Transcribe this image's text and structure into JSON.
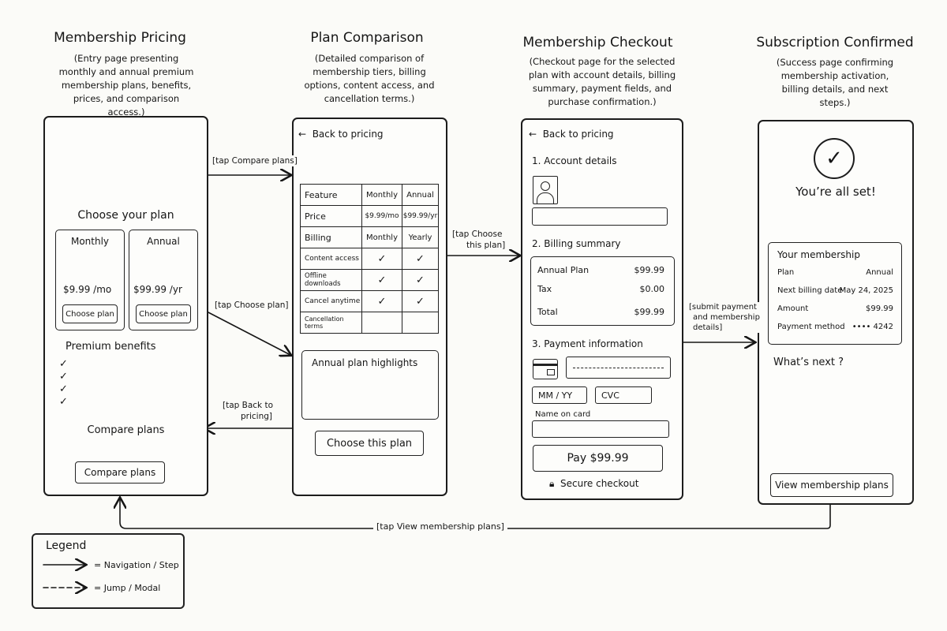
{
  "screens": {
    "pricing": {
      "title": "Membership Pricing",
      "desc": "(Entry page presenting monthly and annual premium membership plans, benefits, prices, and comparison access.)",
      "choose_heading": "Choose your plan",
      "plans": [
        {
          "name": "Monthly",
          "price": "$9.99 /mo",
          "button": "Choose plan"
        },
        {
          "name": "Annual",
          "price": "$99.99 /yr",
          "button": "Choose plan"
        }
      ],
      "benefits_heading": "Premium benefits",
      "compare_heading": "Compare plans",
      "compare_button": "Compare plans"
    },
    "comparison": {
      "title": "Plan Comparison",
      "desc": "(Detailed comparison of membership tiers, billing options, content access, and cancellation terms.)",
      "back": "Back to pricing",
      "table": {
        "headers": [
          "Feature",
          "Monthly",
          "Annual"
        ],
        "rows": [
          [
            "Price",
            "$9.99/mo",
            "$99.99/yr"
          ],
          [
            "Billing",
            "Monthly",
            "Yearly"
          ],
          [
            "Content access",
            "✓",
            "✓"
          ],
          [
            "Offline downloads",
            "✓",
            "✓"
          ],
          [
            "Cancel anytime",
            "✓",
            "✓"
          ],
          [
            "Cancellation terms",
            "",
            ""
          ]
        ]
      },
      "highlights_heading": "Annual plan highlights",
      "choose_button": "Choose this plan"
    },
    "checkout": {
      "title": "Membership Checkout",
      "desc": "(Checkout page for the selected plan with account details, billing summary, payment fields, and purchase confirmation.)",
      "back": "Back to pricing",
      "account_heading": "1. Account details",
      "billing_heading": "2. Billing summary",
      "billing_rows": [
        {
          "label": "Annual Plan",
          "value": "$99.99"
        },
        {
          "label": "Tax",
          "value": "$0.00"
        }
      ],
      "total_label": "Total",
      "total_value": "$99.99",
      "payment_heading": "3. Payment information",
      "expiry_placeholder": "MM / YY",
      "cvc_placeholder": "CVC",
      "name_label": "Name on card",
      "pay_button": "Pay  $99.99",
      "secure": "Secure checkout"
    },
    "confirmed": {
      "title": "Subscription Confirmed",
      "desc": "(Success page confirming membership activation, billing details, and next steps.)",
      "heading": "You’re all set!",
      "membership_heading": "Your membership",
      "details": [
        {
          "label": "Plan",
          "value": "Annual"
        },
        {
          "label": "Next billing date",
          "value": "May 24, 2025"
        },
        {
          "label": "Amount",
          "value": "$99.99"
        },
        {
          "label": "Payment method",
          "value": "•••• 4242"
        }
      ],
      "next_heading": "What’s next ?",
      "view_button": "View membership plans"
    }
  },
  "transitions": {
    "compare": "[tap Compare plans]",
    "choose": "[tap Choose plan]",
    "back_line1": "[tap Back to",
    "back_line2": "pricing]",
    "choose_this_line1": "[tap Choose",
    "choose_this_line2": "this plan]",
    "submit_line1": "[submit payment",
    "submit_line2": "and membership",
    "submit_line3": "details]",
    "view": "[tap View membership plans]"
  },
  "legend": {
    "title": "Legend",
    "solid": "= Navigation / Step",
    "dashed": "= Jump / Modal"
  }
}
